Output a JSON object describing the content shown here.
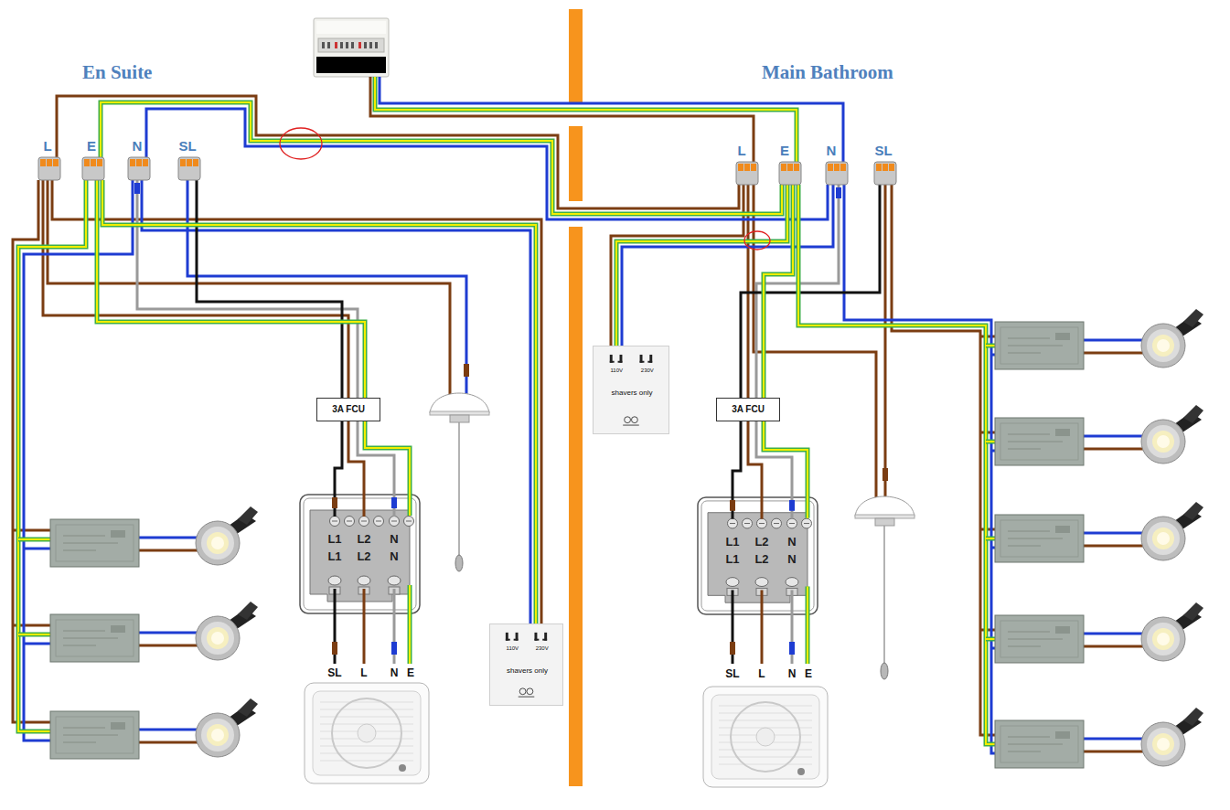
{
  "diagram": {
    "nodes": [
      {
        "text": [
          "3A FCU"
        ]
      },
      {
        "text": [
          "L1",
          "L2",
          "N",
          "L1",
          "L2",
          "N"
        ]
      },
      {
        "text": [
          "110V",
          "230V",
          "shavers only"
        ]
      },
      {
        "text": [
          "110V",
          "230V",
          "shavers only"
        ]
      },
      {
        "text": [
          "3A FCU"
        ]
      },
      {
        "text": [
          "L1",
          "L2",
          "N",
          "L1",
          "L2",
          "N"
        ]
      }
    ],
    "edges": [
      {
        "from": 0,
        "to": 1,
        "arrow": "none"
      },
      {
        "from": 4,
        "to": 5,
        "arrow": "none"
      }
    ],
    "labels": [
      "En Suite",
      "Main Bathroom",
      "L",
      "E",
      "N",
      "SL",
      "L",
      "E",
      "N",
      "SL",
      "SL",
      "L",
      "N",
      "E",
      "SL",
      "L",
      "N",
      "E"
    ]
  }
}
